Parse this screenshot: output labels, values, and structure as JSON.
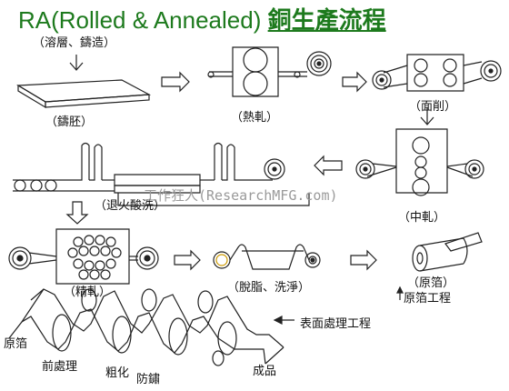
{
  "title": {
    "latin": "RA(Rolled & Annealed)",
    "cn": "銅生產流程"
  },
  "watermark": "工作狂人(ResearchMFG.com)",
  "labels": {
    "smelt": "（溶層、鑄造）",
    "ingot": "（鑄胚）",
    "hot_roll": "（熱軋）",
    "face_mill": "（面削）",
    "mid_roll": "（中軋）",
    "anneal_pickle": "（退火酸洗）",
    "fine_roll": "（精軋）",
    "degrease_wash": "（脫脂、洗淨）",
    "raw_foil": "（原箔）",
    "raw_foil_process": "原箔工程",
    "surface_process": "表面處理工程",
    "raw_foil_short": "原箔",
    "pretreat": "前處理",
    "roughen": "粗化",
    "antirust": "防鏽",
    "product": "成品"
  }
}
